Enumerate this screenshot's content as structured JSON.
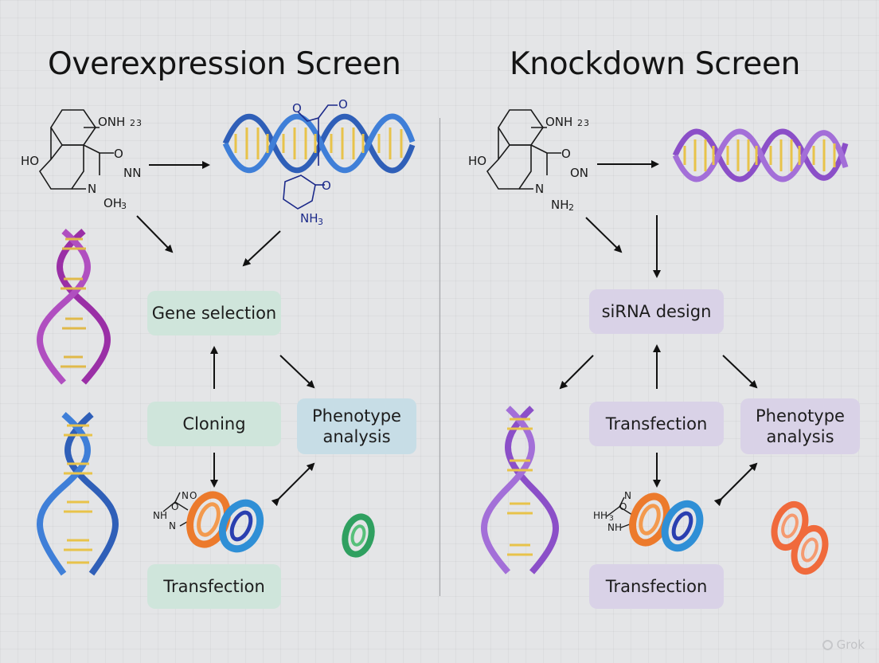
{
  "left": {
    "title": "Overexpression Screen",
    "gene_selection": "Gene selection",
    "cloning": "Cloning",
    "phenotype_line1": "Phenotype",
    "phenotype_line2": "analysis",
    "transfection": "Transfection",
    "molecule_labels": {
      "onh": "ONH",
      "sub": "2",
      "three": "3",
      "ho": "HO",
      "o1": "O",
      "nn": "NN",
      "n": "N",
      "oh3": "OH",
      "oh3_sub": "3",
      "nh3": "NH",
      "nh3_sub": "3",
      "ring_o1": "O",
      "ring_o2": "O",
      "ring_o3": "O",
      "prot_n1": "N",
      "prot_o1": "O",
      "prot_nh": "NH",
      "prot_o2": "O",
      "prot_n2": "N"
    }
  },
  "right": {
    "title": "Knockdown Screen",
    "sirna_design": "siRNA design",
    "transfection_mid": "Transfection",
    "phenotype_line1": "Phenotype",
    "phenotype_line2": "analysis",
    "transfection_bottom": "Transfection",
    "molecule_labels": {
      "onh": "ONH",
      "sub": "2",
      "three": "3",
      "ho": "HO",
      "o1": "O",
      "on": "ON",
      "n": "N",
      "nh2": "NH",
      "nh2_sub": "2",
      "prot_h": "HH",
      "prot_sub": "3",
      "prot_nh": "NH",
      "prot_n": "N",
      "prot_o": "O"
    }
  },
  "watermark": "Grok",
  "colors": {
    "green_box": "#cfe5db",
    "blue_box": "#c7dde6",
    "purple_box": "#d9d2e7",
    "dna_blue": "#2f5fb8",
    "dna_purple": "#8b4fc8",
    "dna_magenta": "#9a2fa6",
    "protein_orange": "#ec7a2c",
    "protein_blue": "#2f8fd6",
    "protein_green": "#2fa060"
  }
}
